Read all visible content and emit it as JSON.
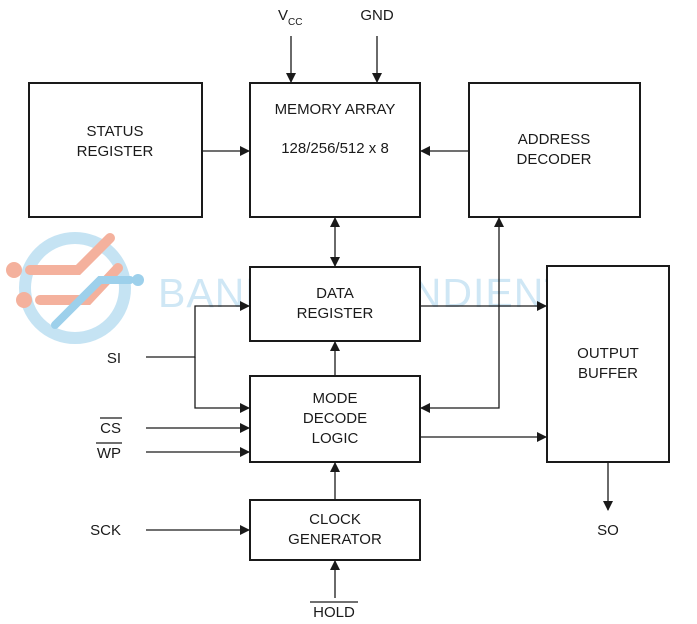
{
  "pins": {
    "vcc_main": "V",
    "vcc_sub": "CC",
    "gnd": "GND",
    "si": "SI",
    "cs": "CS",
    "wp": "WP",
    "sck": "SCK",
    "hold": "HOLD",
    "so": "SO"
  },
  "blocks": {
    "status_register": [
      "STATUS",
      "REGISTER"
    ],
    "memory_array": [
      "MEMORY ARRAY",
      "128/256/512 x 8"
    ],
    "address_decoder": [
      "ADDRESS",
      "DECODER"
    ],
    "data_register": [
      "DATA",
      "REGISTER"
    ],
    "mode_decode_logic": [
      "MODE",
      "DECODE",
      "LOGIC"
    ],
    "output_buffer": [
      "OUTPUT",
      "BUFFER"
    ],
    "clock_generator": [
      "CLOCK",
      "GENERATOR"
    ]
  },
  "watermark": {
    "text": "BANLINHKIENDIENTU.VN",
    "color": "#cfe7f5",
    "logo_colors": [
      "#f3a48c",
      "#8cc8e8"
    ]
  },
  "colors": {
    "line": "#1a1a1a",
    "background": "#ffffff"
  }
}
